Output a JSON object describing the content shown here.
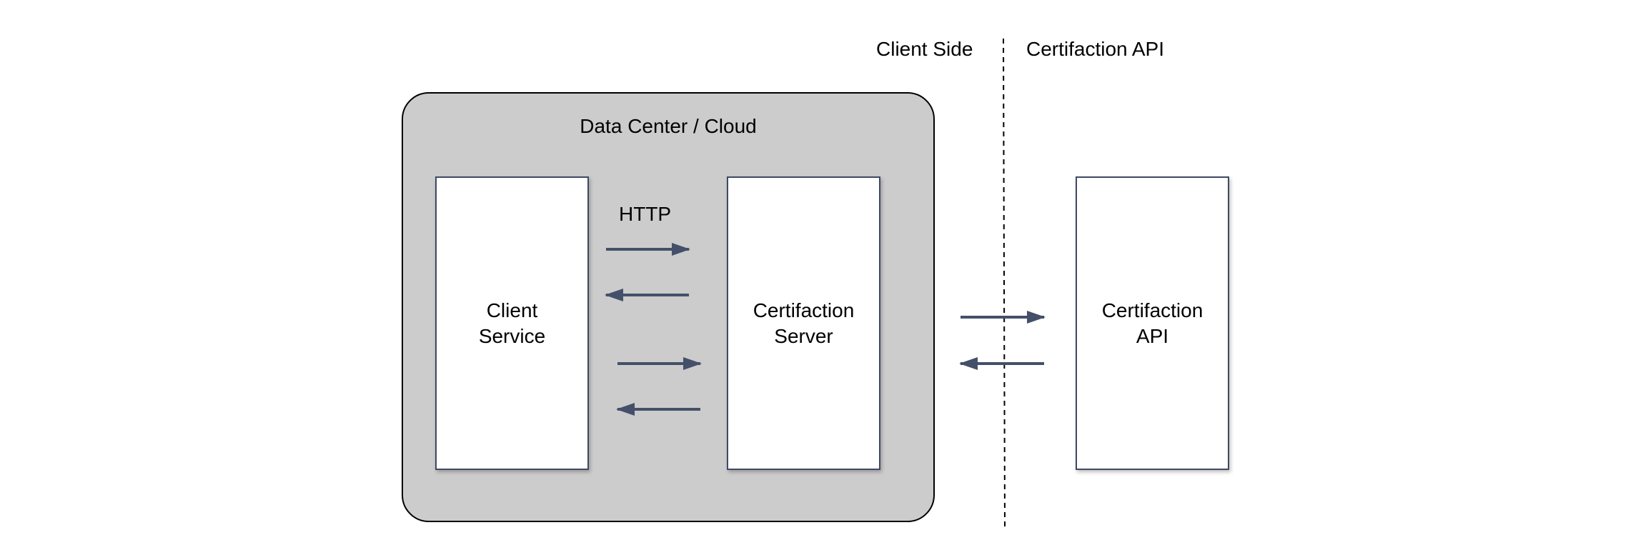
{
  "diagram": {
    "regions": {
      "left_label": "Client Side",
      "right_label": "Certifaction API"
    },
    "container": {
      "title": "Data Center / Cloud"
    },
    "nodes": {
      "client_service": {
        "label": "Client\nService"
      },
      "certifaction_server": {
        "label": "Certifaction\nServer"
      },
      "certifaction_api": {
        "label": "Certifaction\nAPI"
      }
    },
    "connections": {
      "http_label": "HTTP"
    }
  },
  "colors": {
    "container_fill": "#cccccc",
    "node_border": "#3e4a63",
    "arrow": "#44506a",
    "divider": "#000000"
  }
}
